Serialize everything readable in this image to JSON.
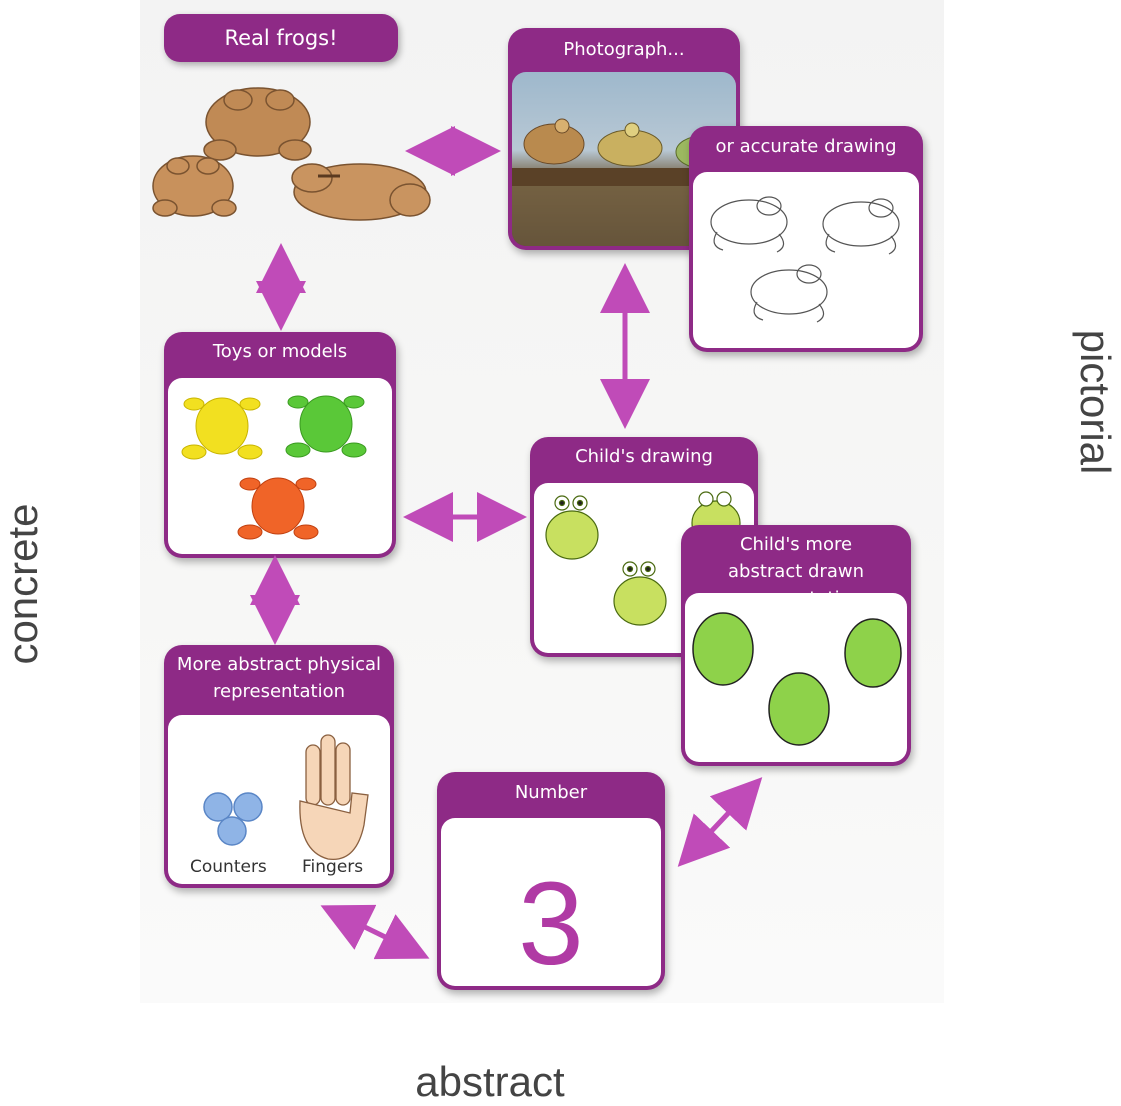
{
  "axes": {
    "left": "concrete",
    "right": "pictorial",
    "bottom": "abstract"
  },
  "cards": {
    "real_frogs": "Real frogs!",
    "photograph": "Photograph...",
    "accurate_drawing": "or accurate drawing",
    "toys": "Toys or models",
    "childs_drawing": "Child's drawing",
    "more_abstract_drawn": "Child's more abstract drawn representation",
    "more_abstract_physical": "More abstract physical representation",
    "number": "Number"
  },
  "physical_items": {
    "counters": "Counters",
    "fingers": "Fingers"
  },
  "number_value": "3",
  "colors": {
    "card_purple": "#8e2a86",
    "arrow_magenta": "#c04bb8",
    "numeral_magenta": "#b03aa4"
  }
}
